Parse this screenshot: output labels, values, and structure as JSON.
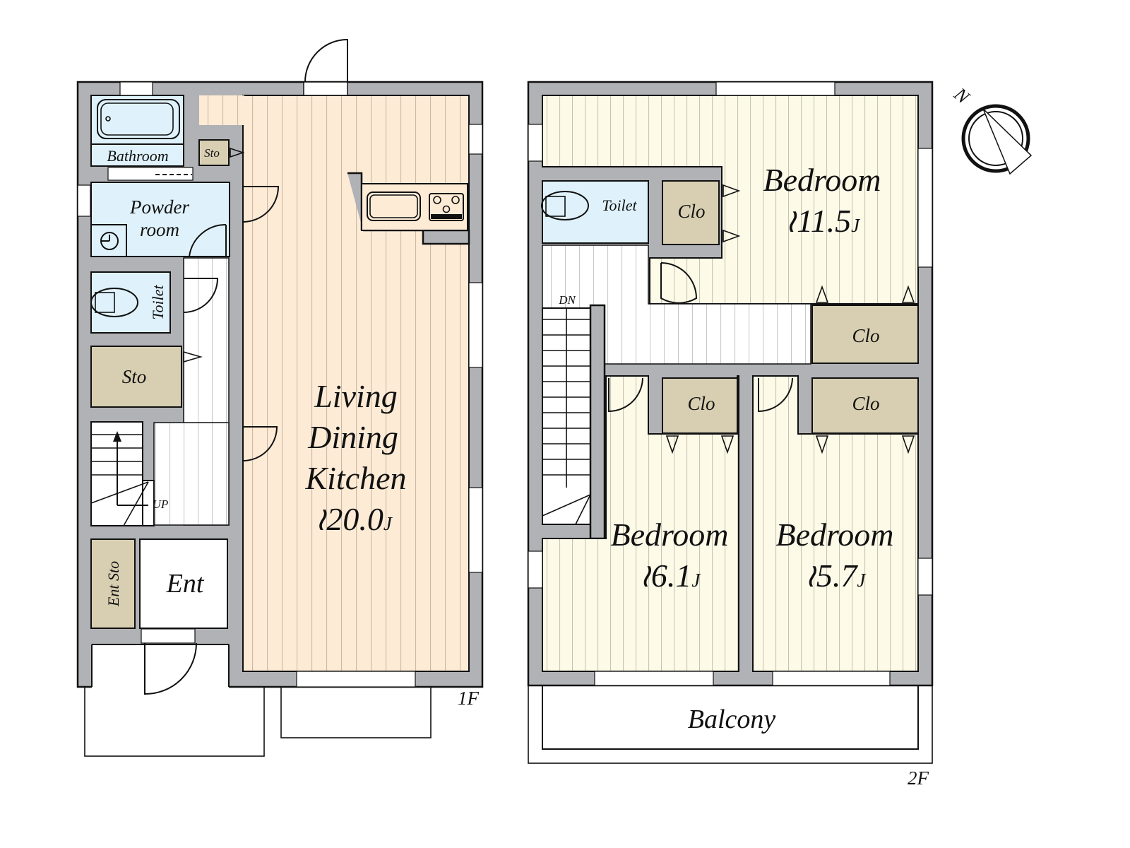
{
  "floors": {
    "first": {
      "label": "1F",
      "rooms": {
        "bathroom": "Bathroom",
        "sto_small": "Sto",
        "powder_line1": "Powder",
        "powder_line2": "room",
        "toilet": "Toilet",
        "sto": "Sto",
        "up": "UP",
        "ent_sto": "Ent Sto",
        "ent": "Ent",
        "ldk_line1": "Living",
        "ldk_line2": "Dining",
        "ldk_line3": "Kitchen",
        "ldk_area": "≀20.0",
        "ldk_unit": "J"
      }
    },
    "second": {
      "label": "2F",
      "rooms": {
        "toilet": "Toilet",
        "clo_1": "Clo",
        "clo_2": "Clo",
        "clo_3": "Clo",
        "clo_4": "Clo",
        "dn": "DN",
        "bed_main": "Bedroom",
        "bed_main_area": "≀11.5",
        "bed_2": "Bedroom",
        "bed_2_area": "≀6.1",
        "bed_3": "Bedroom",
        "bed_3_area": "≀5.7",
        "unit": "J",
        "balcony": "Balcony"
      }
    }
  },
  "compass": {
    "north_label": "N"
  },
  "colors": {
    "wall": "#b1b2b5",
    "ldk_floor": "#fdebd6",
    "bedroom_floor": "#fdfbe8",
    "wet_area": "#dff2fb",
    "storage": "#d8cfb2",
    "hall": "#ffffff"
  }
}
